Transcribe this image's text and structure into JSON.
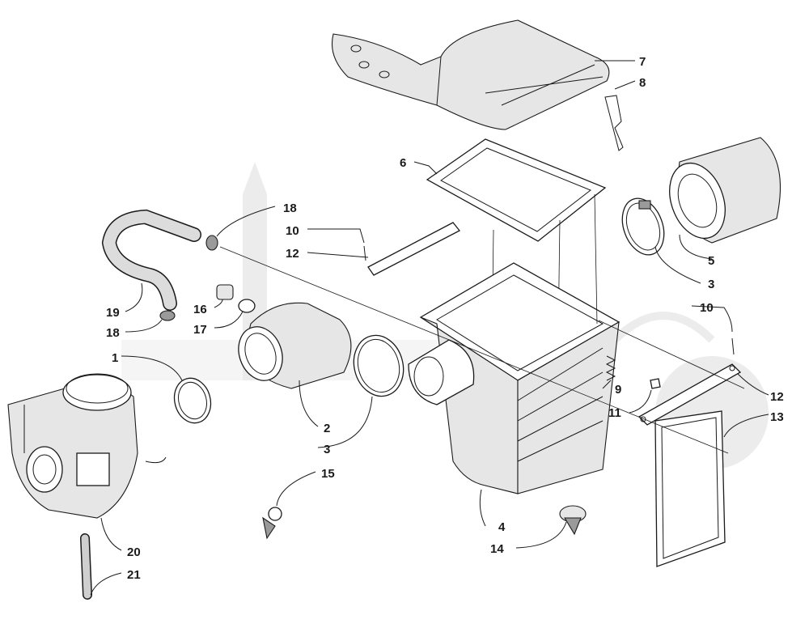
{
  "diagram": {
    "part_numbers": [
      "1",
      "2",
      "3",
      "3",
      "4",
      "5",
      "6",
      "7",
      "8",
      "9",
      "10",
      "10",
      "11",
      "12",
      "12",
      "13",
      "14",
      "15",
      "16",
      "17",
      "18",
      "18",
      "19",
      "20",
      "21"
    ]
  },
  "colors": {
    "ink": "#1a1a1a",
    "paper": "#ffffff",
    "shade": "#e6e6e6",
    "watermark": "#ececec"
  }
}
